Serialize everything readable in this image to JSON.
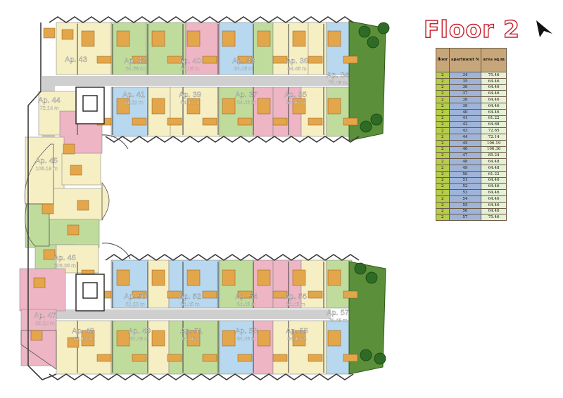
{
  "title": "Floor 2",
  "table": {
    "headers": [
      "floor",
      "apartment N",
      "area sq.m"
    ],
    "rows": [
      [
        "2",
        "34",
        "75.46"
      ],
      [
        "2",
        "35",
        "64.46"
      ],
      [
        "2",
        "36",
        "64.46"
      ],
      [
        "2",
        "37",
        "64.46"
      ],
      [
        "2",
        "38",
        "64.46"
      ],
      [
        "2",
        "39",
        "64.46"
      ],
      [
        "2",
        "40",
        "64.46"
      ],
      [
        "2",
        "41",
        "61.22"
      ],
      [
        "2",
        "42",
        "64.68"
      ],
      [
        "2",
        "43",
        "72.65"
      ],
      [
        "2",
        "44",
        "72.14"
      ],
      [
        "2",
        "45",
        "106.19"
      ],
      [
        "2",
        "46",
        "106.36"
      ],
      [
        "2",
        "47",
        "85.24"
      ],
      [
        "2",
        "48",
        "64.48"
      ],
      [
        "2",
        "49",
        "64.48"
      ],
      [
        "2",
        "50",
        "61.22"
      ],
      [
        "2",
        "51",
        "64.46"
      ],
      [
        "2",
        "52",
        "64.46"
      ],
      [
        "2",
        "53",
        "64.46"
      ],
      [
        "2",
        "54",
        "64.46"
      ],
      [
        "2",
        "55",
        "64.46"
      ],
      [
        "2",
        "56",
        "64.46"
      ],
      [
        "2",
        "57",
        "75.46"
      ]
    ]
  },
  "apartments": [
    {
      "id": "43",
      "label": "Ap. 43",
      "area": ""
    },
    {
      "id": "42",
      "label": "Ap. 42",
      "area": "64.68 m"
    },
    {
      "id": "40",
      "label": "Ap. 40",
      "area": "64.46 m"
    },
    {
      "id": "38",
      "label": "Ap. 38",
      "area": "64.46 m"
    },
    {
      "id": "36",
      "label": "Ap. 36",
      "area": "64.46 m"
    },
    {
      "id": "34",
      "label": "Ap. 34",
      "area": "75.46 m"
    },
    {
      "id": "44",
      "label": "Ap. 44",
      "area": "72.14 m"
    },
    {
      "id": "41",
      "label": "Ap. 41",
      "area": "61.22 m"
    },
    {
      "id": "39",
      "label": "Ap. 39",
      "area": "64.46 m"
    },
    {
      "id": "37",
      "label": "Ap. 37",
      "area": "64.46 m"
    },
    {
      "id": "35",
      "label": "Ap. 35",
      "area": "64.46 m"
    },
    {
      "id": "45",
      "label": "Ap. 45",
      "area": "106.19 m"
    },
    {
      "id": "46",
      "label": "Ap. 46",
      "area": "106.36 m"
    },
    {
      "id": "50",
      "label": "Ap. 50",
      "area": "61.22 m"
    },
    {
      "id": "52",
      "label": "Ap. 52",
      "area": "64.46 m"
    },
    {
      "id": "54",
      "label": "Ap. 54",
      "area": "64.46 m"
    },
    {
      "id": "56",
      "label": "Ap. 56",
      "area": "64.46 m"
    },
    {
      "id": "57",
      "label": "Ap. 57",
      "area": "75.46 m"
    },
    {
      "id": "47",
      "label": "Ap. 47",
      "area": "85.24 m"
    },
    {
      "id": "48",
      "label": "Ap. 48",
      "area": "64.48 m"
    },
    {
      "id": "49",
      "label": "Ap. 49",
      "area": "64.48 m"
    },
    {
      "id": "51",
      "label": "Ap. 51",
      "area": "64.46 m"
    },
    {
      "id": "53",
      "label": "Ap. 53",
      "area": "64.46 m"
    },
    {
      "id": "55",
      "label": "Ap. 55",
      "area": "64.46 m"
    }
  ],
  "colors": {
    "yellow": "#f6efc3",
    "green": "#bfdc9c",
    "pink": "#eeb5c5",
    "blue": "#b7d8ef",
    "corridor": "#cfcfcf",
    "wall": "#3c3c3c",
    "furniture": "#e4a64a",
    "terrace": "#5b8f3a",
    "title_stroke": "#c8202c",
    "table_header": "#c7a67a"
  },
  "icons": [
    "north-arrow-icon",
    "stair-core-icon",
    "tree-icon"
  ]
}
